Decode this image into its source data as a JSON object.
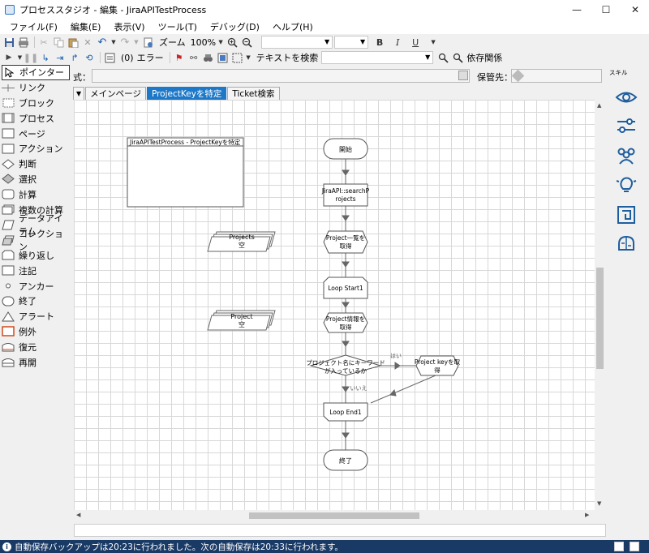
{
  "window": {
    "title": "プロセススタジオ - 編集 - JiraAPITestProcess",
    "minimize": "—",
    "maximize": "☐",
    "close": "✕"
  },
  "menu": [
    "ファイル(F)",
    "編集(E)",
    "表示(V)",
    "ツール(T)",
    "デバッグ(D)",
    "ヘルプ(H)"
  ],
  "toolbar1": {
    "zoom_label": "ズーム",
    "zoom_value": "100%",
    "font_value": "",
    "size_value": "",
    "bold": "B",
    "italic": "I",
    "underline": "U"
  },
  "toolbar2": {
    "error_count": "(0)",
    "error_label": "エラー",
    "search_label": "テキストを検索",
    "search_value": "",
    "dependency_label": "依存関係"
  },
  "expression": {
    "label": "式：",
    "value": "",
    "store_label": "保管先：",
    "store_value": ""
  },
  "skills_label": "スキル",
  "palette": [
    {
      "label": "ポインター",
      "icon": "pointer-icon",
      "selected": true
    },
    {
      "label": "リンク",
      "icon": "link-icon"
    },
    {
      "label": "ブロック",
      "icon": "block-icon"
    },
    {
      "label": "プロセス",
      "icon": "process-icon"
    },
    {
      "label": "ページ",
      "icon": "page-icon"
    },
    {
      "label": "アクション",
      "icon": "action-icon"
    },
    {
      "label": "判断",
      "icon": "decision-icon"
    },
    {
      "label": "選択",
      "icon": "choice-icon"
    },
    {
      "label": "計算",
      "icon": "calculation-icon"
    },
    {
      "label": "複数の計算",
      "icon": "multi-calculation-icon"
    },
    {
      "label": "データアイテム",
      "icon": "data-item-icon"
    },
    {
      "label": "コレクション",
      "icon": "collection-icon"
    },
    {
      "label": "繰り返し",
      "icon": "loop-icon"
    },
    {
      "label": "注記",
      "icon": "note-icon"
    },
    {
      "label": "アンカー",
      "icon": "anchor-icon"
    },
    {
      "label": "終了",
      "icon": "end-icon"
    },
    {
      "label": "アラート",
      "icon": "alert-icon"
    },
    {
      "label": "例外",
      "icon": "exception-icon"
    },
    {
      "label": "復元",
      "icon": "recover-icon"
    },
    {
      "label": "再開",
      "icon": "resume-icon"
    }
  ],
  "tabs": [
    {
      "label": "メインページ",
      "active": false
    },
    {
      "label": "ProjectKeyを特定",
      "active": true
    },
    {
      "label": "Ticket検索",
      "active": false
    }
  ],
  "diagram": {
    "info_box_title": "JiraAPITestProcess - ProjectKeyを特定",
    "collections": [
      {
        "line1": "Projects",
        "line2": "空"
      },
      {
        "line1": "Project",
        "line2": "空"
      }
    ],
    "start": "開始",
    "action": [
      "JiraAPI::searchP",
      "rojects"
    ],
    "calc1": [
      "Project一覧を",
      "取得"
    ],
    "loop_start": "Loop Start1",
    "calc2": [
      "Project情報を",
      "取得"
    ],
    "decision": [
      "プロジェクト名にキーワード",
      "が入っているか"
    ],
    "calc3": [
      "Project keyを取",
      "得"
    ],
    "yes_label": "はい",
    "no_label": "いいえ",
    "loop_end": "Loop End1",
    "end": "終了"
  },
  "status": {
    "message": "自動保存バックアップは20:23に行われました。次の自動保存は20:33に行われます。"
  }
}
